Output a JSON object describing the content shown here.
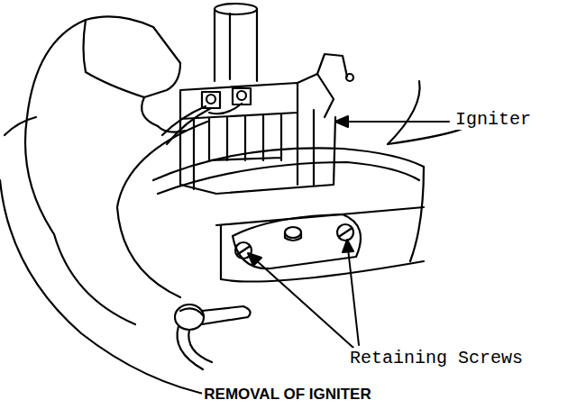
{
  "diagram": {
    "caption": "REMOVAL OF IGNITER",
    "labels": [
      "Igniter",
      "Retaining Screws"
    ]
  }
}
